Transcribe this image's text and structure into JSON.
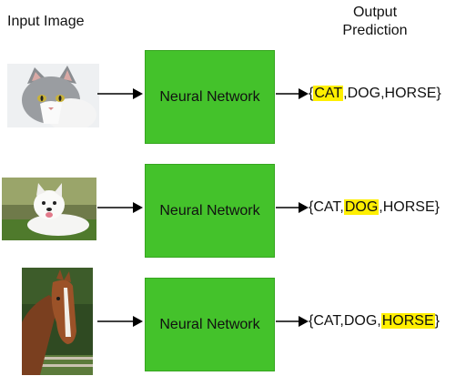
{
  "headers": {
    "input": "Input Image",
    "output_line1": "Output",
    "output_line2": "Prediction"
  },
  "rows": [
    {
      "image": "cat-photo",
      "box_label": "Neural Network",
      "pred": {
        "open": "{",
        "a": "CAT",
        "sep1": ",",
        "b": "DOG",
        "sep2": ",",
        "c": "HORSE",
        "close": "}"
      },
      "highlighted": "CAT"
    },
    {
      "image": "dog-photo",
      "box_label": "Neural Network",
      "pred": {
        "open": "{",
        "a": "CAT",
        "sep1": ",",
        "b": "DOG",
        "sep2": ",",
        "c": "HORSE",
        "close": "}"
      },
      "highlighted": "DOG"
    },
    {
      "image": "horse-photo",
      "box_label": "Neural Network",
      "pred": {
        "open": "{",
        "a": "CAT",
        "sep1": ",",
        "b": "DOG",
        "sep2": ",",
        "c": "HORSE",
        "close": "}"
      },
      "highlighted": "HORSE"
    }
  ],
  "colors": {
    "box": "#44c22b",
    "highlight": "#ffef00",
    "arrow": "#000000"
  }
}
